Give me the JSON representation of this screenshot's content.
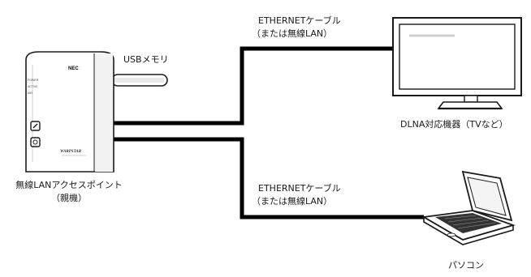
{
  "labels": {
    "usb": "USBメモリ",
    "eth_top_line1": "ETHERNETケーブル",
    "eth_top_line2": "（または無線LAN）",
    "eth_bottom_line1": "ETHERNETケーブル",
    "eth_bottom_line2": "（または無線LAN）",
    "tv": "DLNA対応機器（TVなど）",
    "router_line1": "無線LANアクセスポイント",
    "router_line2": "（親機）",
    "pc": "パソコン"
  },
  "router": {
    "brand": "NEC",
    "indicators": [
      "POWER",
      "ACTIVE",
      "AIR"
    ],
    "logo": "WARPSTAR"
  },
  "colors": {
    "cable": "#000000",
    "outline": "#1a1a1a",
    "shade": "#e0e0e0"
  }
}
